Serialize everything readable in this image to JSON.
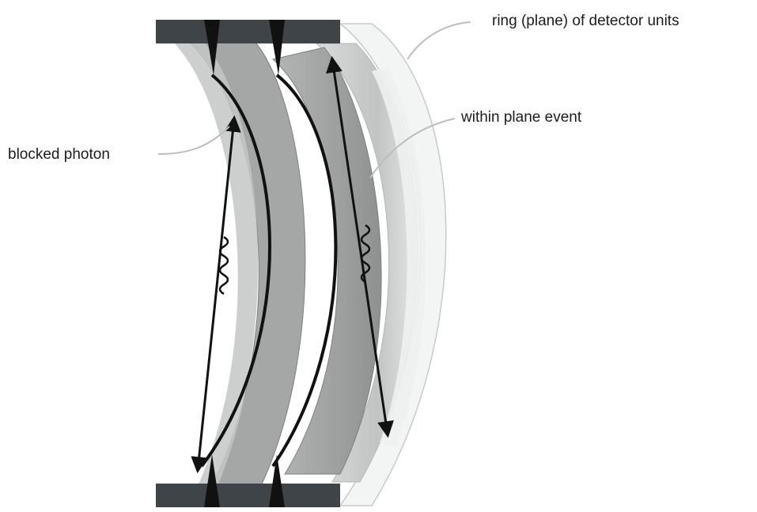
{
  "labels": {
    "ring": "ring (plane) of detector units",
    "within_plane_event": "within plane event",
    "blocked_photon": "blocked photon"
  },
  "colors": {
    "background": "#ffffff",
    "septa": "#3e4447",
    "ring_outer": "#f1f3f3",
    "ring_inner": "#c9cbcb",
    "slab_front": "#a9abab",
    "slab_back": "#8c8e8e",
    "line": "#111111",
    "leader": "#bdbdbd"
  }
}
